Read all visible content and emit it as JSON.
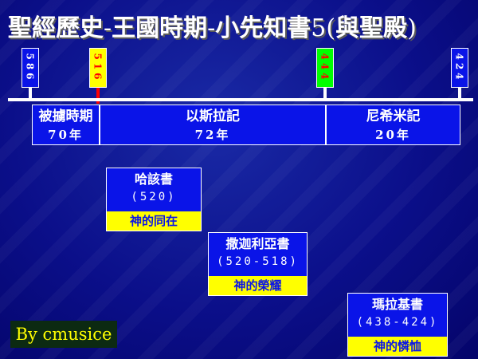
{
  "slide": {
    "title_part1": "聖經歷史",
    "sep1": "-",
    "title_part2": "王國時期",
    "sep2": "-",
    "title_part3": "小先知書",
    "title_num": "5(",
    "title_part4": "與聖殿",
    "title_close": ")"
  },
  "timeline": {
    "years": [
      {
        "label": "586",
        "bg": "#0a14e8",
        "fg": "#ffffff"
      },
      {
        "label": "516",
        "bg": "#ffff00",
        "fg": "#ff0000"
      },
      {
        "label": "444",
        "bg": "#00ff00",
        "fg": "#ff0000"
      },
      {
        "label": "424",
        "bg": "#0a14e8",
        "fg": "#ffffff"
      }
    ],
    "periods": [
      {
        "name": "被擄時期",
        "duration": "70年"
      },
      {
        "name": "以斯拉記",
        "duration": "72年"
      },
      {
        "name": "尼希米記",
        "duration": "20年"
      }
    ]
  },
  "books": [
    {
      "name": "哈該書",
      "years": "(520)",
      "theme": "神的同在"
    },
    {
      "name": "撒迦利亞書",
      "years": "(520-518)",
      "theme": "神的榮耀"
    },
    {
      "name": "瑪拉基書",
      "years": "(438-424)",
      "theme": "神的憐恤"
    }
  ],
  "credit": "By cmusice",
  "colors": {
    "background": "#06067a",
    "box": "#0a14e8",
    "highlight": "#ffff00",
    "tick_red": "#ff0000",
    "tick_white": "#ffffff"
  }
}
